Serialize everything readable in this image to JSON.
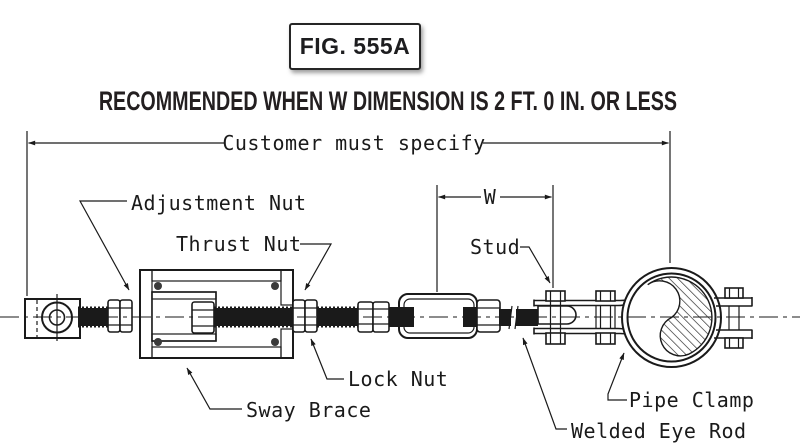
{
  "figure": {
    "label": "FIG. 555A"
  },
  "headline": "RECOMMENDED WHEN W DIMENSION IS 2 FT. 0 IN. OR LESS",
  "dimensions": {
    "customer": "Customer must specify",
    "w": "W"
  },
  "labels": {
    "adjustment_nut": "Adjustment Nut",
    "thrust_nut": "Thrust Nut",
    "stud": "Stud",
    "lock_nut": "Lock Nut",
    "sway_brace": "Sway Brace",
    "pipe_clamp": "Pipe Clamp",
    "welded_eye_rod": "Welded Eye Rod"
  },
  "colors": {
    "ink": "#1a1a1a",
    "background": "#ffffff"
  }
}
